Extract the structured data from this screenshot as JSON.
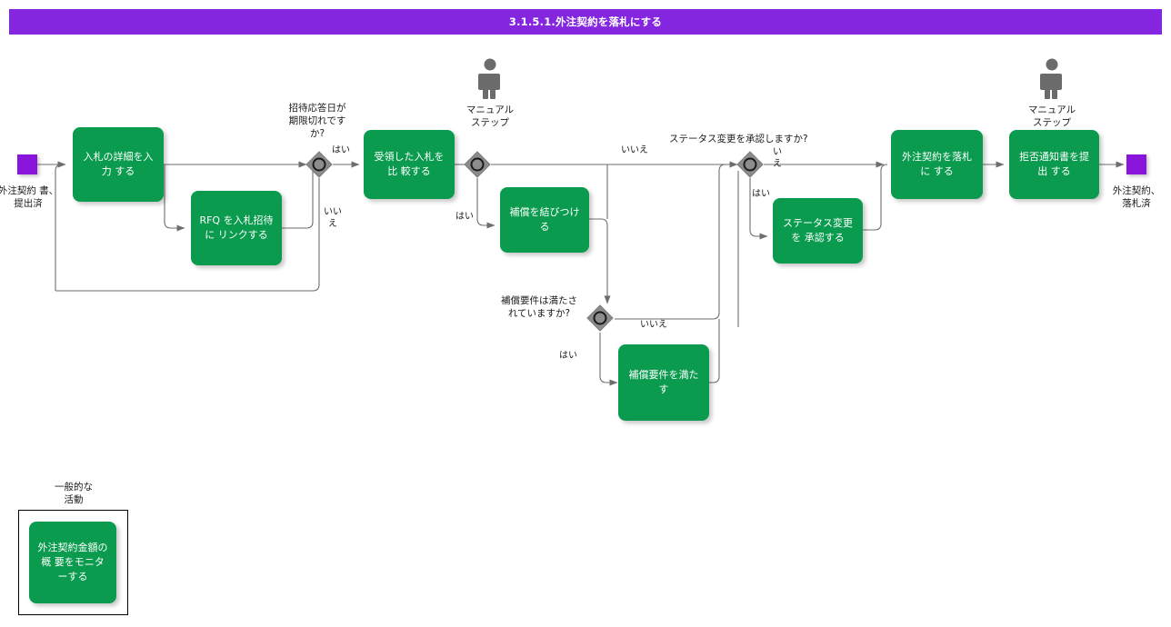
{
  "header": {
    "title": "3.1.5.1.外注契約を落札にする",
    "bar_color": "#8425e0"
  },
  "theme": {
    "task_fill": "#0a9b4e",
    "terminator_fill": "#8b14dc",
    "decision_fill": "#8c8c8c",
    "edge_color": "#6e6e6e",
    "actor_color": "#6b6b6b"
  },
  "flow": {
    "start_node": {
      "name": "start",
      "caption": "外注契約 書、\n提出済"
    },
    "end_node": {
      "name": "end",
      "caption": "外注契約、\n落札済"
    },
    "tasks": [
      {
        "id": "enter-bid-details",
        "label": "入札の詳細を入力\nする"
      },
      {
        "id": "link-rfq",
        "label": "RFQ を入札招待に\nリンクする"
      },
      {
        "id": "compare-bids",
        "label": "受領した入札を比\n較する"
      },
      {
        "id": "tie-compensation",
        "label": "補償を結びつける"
      },
      {
        "id": "meet-requirements",
        "label": "補償要件を満たす"
      },
      {
        "id": "approve-status",
        "label": "ステータス変更を\n承認する"
      },
      {
        "id": "award-contract",
        "label": "外注契約を落札に\nする"
      },
      {
        "id": "submit-rejection",
        "label": "拒否通知書を提出\nする"
      },
      {
        "id": "monitor-amount",
        "label": "外注契約金額の概\n要をモニターする"
      }
    ],
    "decisions": [
      {
        "id": "invite-expired",
        "label": "招待応答日が\n期限切れです\nか?"
      },
      {
        "id": "manual-compare",
        "label": ""
      },
      {
        "id": "compensation-met",
        "label": "補償要件は満たさ\nれていますか?"
      },
      {
        "id": "approve-status-change",
        "label": "ステータス変更を承認しますか?"
      }
    ],
    "edge_labels": {
      "invite_yes": "はい",
      "invite_no": "いい\nえ",
      "compare_yes": "はい",
      "compensation_no": "いいえ",
      "compensation_yes": "はい",
      "comp_req_no": "いいえ",
      "comp_req_yes": "はい",
      "status_no": "い\nえ",
      "status_yes": "はい"
    },
    "annotations": [
      {
        "id": "manual-step-1",
        "icon": "person-icon",
        "label": "マニュアル\nステップ"
      },
      {
        "id": "manual-step-2",
        "icon": "person-icon",
        "label": "マニュアル\nステップ"
      }
    ],
    "group": {
      "id": "general-activity",
      "label": "一般的な\n活動"
    }
  }
}
